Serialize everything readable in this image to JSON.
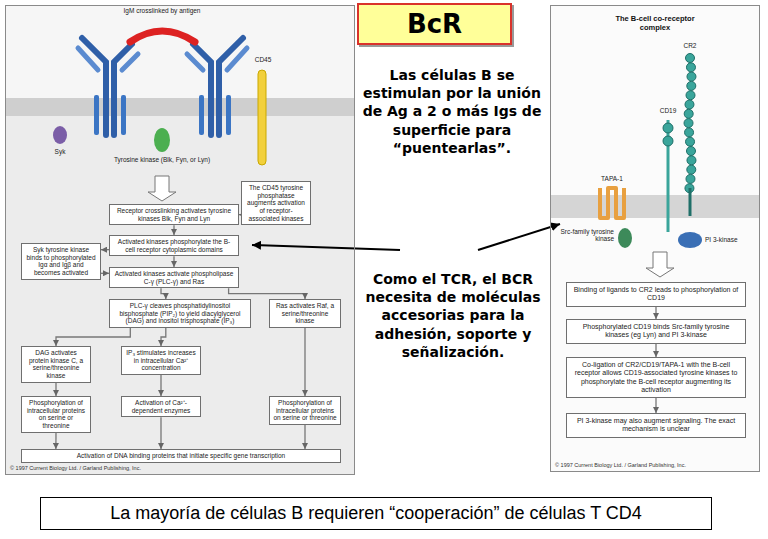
{
  "diagram": {
    "title": "BcR",
    "caption": "La mayoría de células B requieren “cooperación” de células T CD4",
    "nodes": [
      {
        "text": [
          "© 1997 Current Biology Ltd. / Garland Publishing, Inc."
        ]
      },
      {
        "text": [
          "Receptor crosslinking activates tyrosine kinases Blk, Fyn and Lyn"
        ],
        "in": 0
      },
      {
        "text": [
          "The CD45 tyrosine phosphatase augments activation of receptor-associated kinases"
        ],
        "in": 0
      },
      {
        "text": [
          "Activated kinases phosphorylate the B-cell receptor cytoplasmic domains"
        ],
        "in": 0
      },
      {
        "text": [
          "Syk tyrosine kinase binds to phosphorylated Igα and Igβ and becomes activated"
        ],
        "in": 0
      },
      {
        "text": [
          "Activated kinases activate phospholipase C-γ (PLC-γ) and Ras"
        ],
        "in": 0
      },
      {
        "text": [
          "PLC-γ cleaves phosphatidylinositol bisphosphate (PIP₂) to yield diacylglycerol (DAG) and inositol trisphosphate (IP₃)"
        ],
        "in": 0
      },
      {
        "text": [
          "Ras activates Raf, a serine/threonine kinase"
        ],
        "in": 0
      },
      {
        "text": [
          "DAG activates protein kinase C, a serine/threonine kinase"
        ],
        "in": 0
      },
      {
        "text": [
          "IP₃ stimulates increases in intracellular Ca²⁺ concentration"
        ],
        "in": 0
      },
      {
        "text": [
          "Phosphorylation of intracellular proteins on serine or threonine"
        ],
        "in": 0
      },
      {
        "text": [
          "Activation of Ca²⁺-dependent enzymes"
        ],
        "in": 0
      },
      {
        "text": [
          "Phosphorylation of intracellular proteins on serine or threonine"
        ],
        "in": 0
      },
      {
        "text": [
          "Activation of DNA binding proteins that initiate specific gene transcription"
        ],
        "in": 0
      },
      {
        "text": [
          "The B-cell co-receptor complex",
          "© 1997 Current Biology Ltd. / Garland Publishing, Inc."
        ]
      },
      {
        "text": [
          "Binding of ligands to CR2 leads to phosphorylation of CD19"
        ],
        "in": 14
      },
      {
        "text": [
          "Phosphorylated CD19 binds Src-family tyrosine kinases (eg Lyn) and PI 3-kinase"
        ],
        "in": 14
      },
      {
        "text": [
          "Co-ligation of CR2/CD19/TAPA-1 with the B-cell receptor allows CD19-associated tyrosine kinases to phosphorylate the B-cell receptor augmenting its activation"
        ],
        "in": 14
      },
      {
        "text": [
          "PI 3-kinase may also augment signaling. The exact mechanism is unclear"
        ],
        "in": 14
      }
    ],
    "edges": [
      {
        "from": 2,
        "to": 1,
        "arrow": "to"
      },
      {
        "from": 1,
        "to": 3,
        "arrow": "to"
      },
      {
        "from": 3,
        "to": 4,
        "arrow": "to"
      },
      {
        "from": 4,
        "to": 5,
        "arrow": "to"
      },
      {
        "from": 3,
        "to": 5,
        "arrow": "to"
      },
      {
        "from": 5,
        "to": 6,
        "arrow": "to"
      },
      {
        "from": 5,
        "to": 7,
        "arrow": "to"
      },
      {
        "from": 6,
        "to": 8,
        "arrow": "to"
      },
      {
        "from": 6,
        "to": 9,
        "arrow": "to"
      },
      {
        "from": 8,
        "to": 10,
        "arrow": "to"
      },
      {
        "from": 9,
        "to": 11,
        "arrow": "to"
      },
      {
        "from": 7,
        "to": 12,
        "arrow": "to"
      },
      {
        "from": 10,
        "to": 13,
        "arrow": "to"
      },
      {
        "from": 11,
        "to": 13,
        "arrow": "to"
      },
      {
        "from": 12,
        "to": 13,
        "arrow": "to"
      },
      {
        "from": 15,
        "to": 16,
        "arrow": "to"
      },
      {
        "from": 16,
        "to": 17,
        "arrow": "to"
      },
      {
        "from": 17,
        "to": 18,
        "arrow": "to"
      }
    ],
    "labels": [
      "IgM crosslinked by antigen",
      "CD45",
      "Tyrosine kinase (Blk, Fyn, or Lyn)",
      "Syk",
      "Las células B se estimulan por la unión de Ag a 2 o más Igs de superficie para “puentearlas”.",
      "Como el TCR, el BCR necesita de moléculas accesorias para la adhesión, soporte y señalización.",
      "CR2",
      "CD19",
      "TAPA-1",
      "Src-family tyrosine kinase",
      "PI 3-kinase"
    ]
  }
}
